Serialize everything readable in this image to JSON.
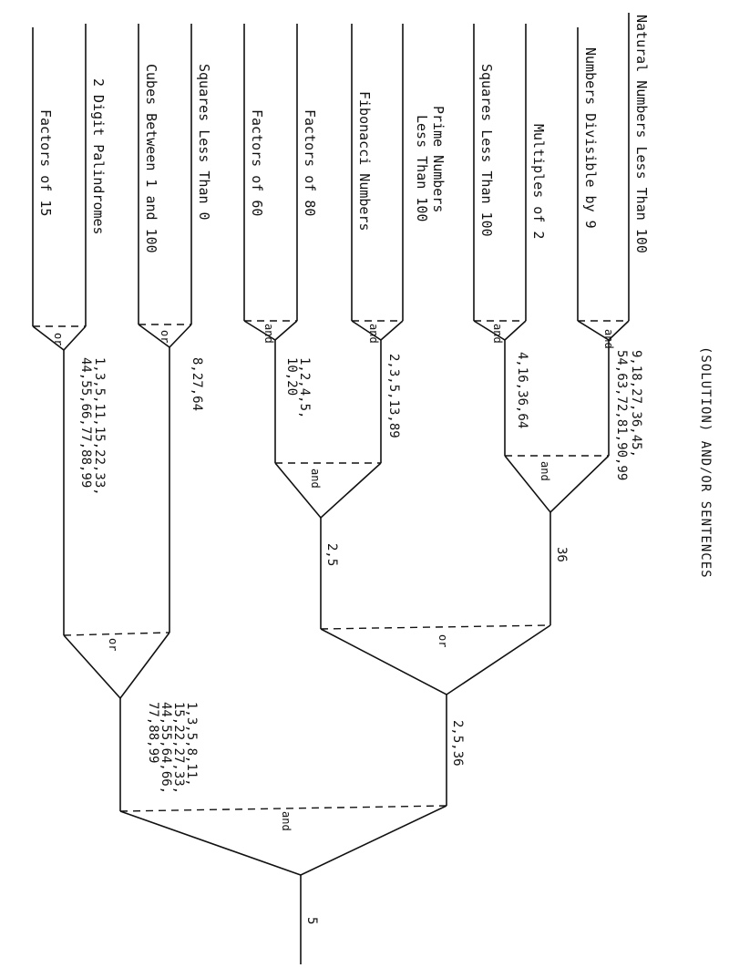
{
  "title": "(SOLUTION) AND/OR SENTENCES",
  "inputs": {
    "natural_9": "Natural Numbers Less Than 100",
    "div9": "Numbers Divisible by 9",
    "mult2": "Multiples of 2",
    "sq100": "Squares Less Than 100",
    "prime": [
      "Prime Numbers",
      "Less Than 100"
    ],
    "fib": "Fibonacci Numbers",
    "f80": "Factors of 80",
    "f60": "Factors of 60",
    "sq0": "Squares Less Than 0",
    "cubes": "Cubes Between 1 and 100",
    "pal": "2 Digit Palindromes",
    "f15": "Factors of 15"
  },
  "gates": {
    "g1": "and",
    "g2": "and",
    "g3": "and",
    "g4": "and",
    "g5": "or",
    "g6": "or",
    "g7": "and",
    "g8": "and",
    "g9": "or",
    "g10": "or",
    "g11": "and"
  },
  "outputs": {
    "o1": [
      "9,18,27,36,45,",
      "54,63,72,81,90,99"
    ],
    "o2": "4,16,36,64",
    "o3": "2,3,5,13,89",
    "o4": [
      "1,2,4,5,",
      "10,20"
    ],
    "o5": "8,27,64",
    "o6": [
      "1,3,5,11,15,22,33,",
      "44,55,66,77,88,99"
    ],
    "o7": "36",
    "o8": "2,5",
    "o9": "2,5,36",
    "o10": [
      "1,3,5,8,11,",
      "15,22,27,33,",
      "44,55,64,66,",
      "77,88,99"
    ],
    "final": "5"
  }
}
